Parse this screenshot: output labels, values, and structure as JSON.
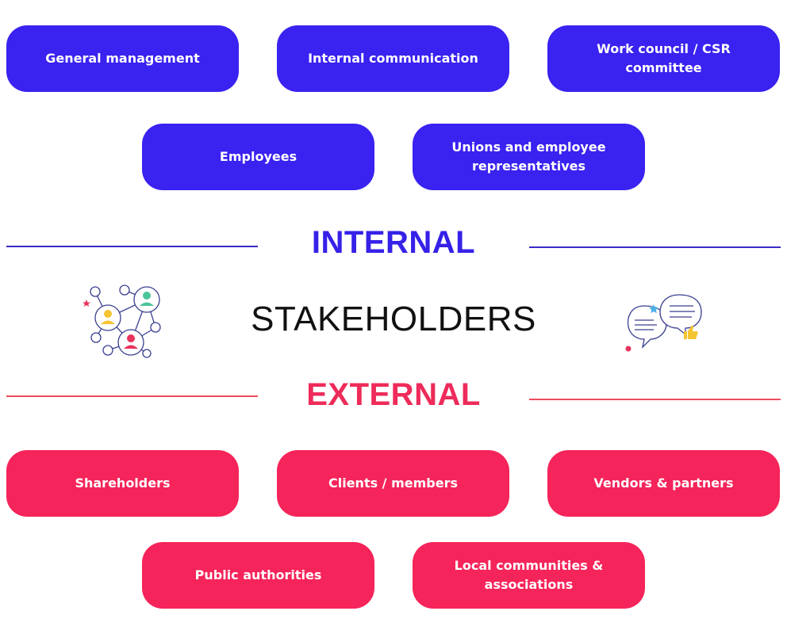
{
  "internal": {
    "heading": "INTERNAL",
    "row1": [
      "General management",
      "Internal communication",
      "Work council / CSR committee"
    ],
    "row2": [
      "Employees",
      "Unions and employee representatives"
    ]
  },
  "center": {
    "title": "STAKEHOLDERS",
    "left_icon": "network-people-icon",
    "right_icon": "chat-bubbles-icon"
  },
  "external": {
    "heading": "EXTERNAL",
    "row1": [
      "Shareholders",
      "Clients / members",
      "Vendors & partners"
    ],
    "row2": [
      "Public authorities",
      "Local communities & associations"
    ]
  },
  "colors": {
    "internal": "#3a22f0",
    "external": "#f5245a",
    "text": "#111111"
  }
}
